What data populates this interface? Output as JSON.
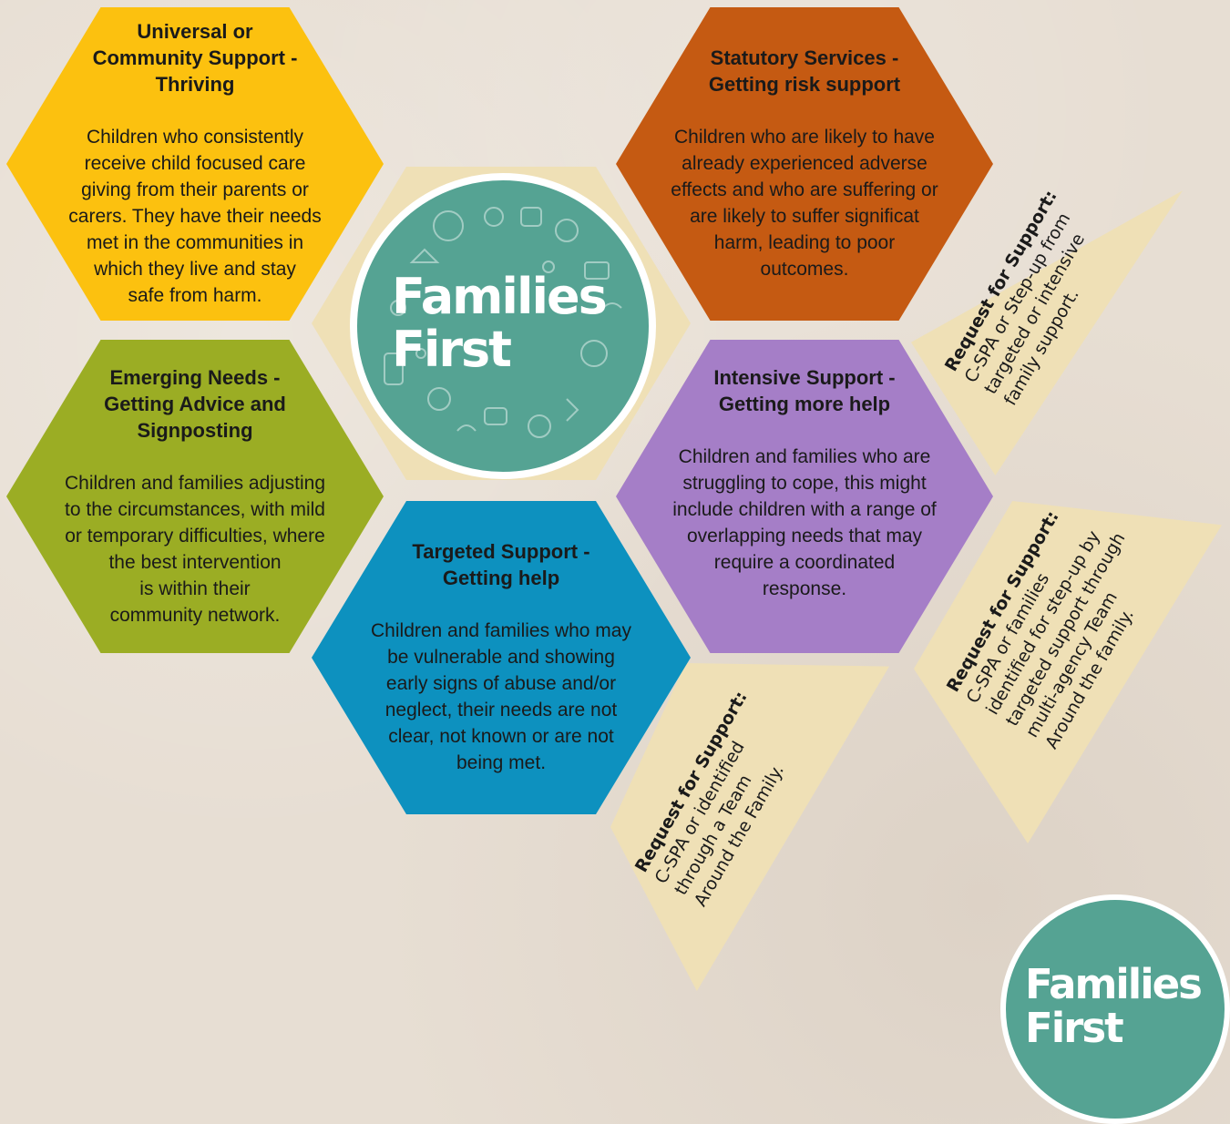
{
  "hexagons": {
    "universal": {
      "title": "Universal or\nCommunity Support -\nThriving",
      "description": "Children who consistently\nreceive child focused care\ngiving from their parents or\ncarers. They have their needs\nmet in the communities in\nwhich they live and stay\nsafe from harm.",
      "color": "#fcc10f"
    },
    "emerging": {
      "title": "Emerging Needs -\nGetting Advice and\nSignposting",
      "description": "Children and families adjusting\nto the circumstances, with mild\nor temporary difficulties, where\nthe best intervention\nis within their\ncommunity network.",
      "color": "#9bad24"
    },
    "statutory": {
      "title": "Statutory Services -\nGetting risk support",
      "description": "Children who are likely to have\nalready experienced adverse\neffects and who are suffering or\nare likely to suffer significat\nharm, leading to poor\noutcomes.",
      "color": "#c55a12"
    },
    "intensive": {
      "title": "Intensive Support -\nGetting more help",
      "description": "Children and families who are\nstruggling to cope, this might\ninclude children with a range of\noverlapping needs that may\nrequire a coordinated\nresponse.",
      "color": "#a57ec7"
    },
    "targeted": {
      "title": "Targeted Support -\nGetting help",
      "description": "Children and families who may\nbe vulnerable and showing\nearly signs of abuse and/or\nneglect, their needs are not\nclear, not known or are not\nbeing met.",
      "color": "#0d91bf"
    }
  },
  "requests": {
    "statutory": {
      "heading": "Request for Support:",
      "lines": [
        "C-SPA or Step-up from",
        "targeted or intensive",
        "family support."
      ]
    },
    "intensive": {
      "heading": "Request for Support:",
      "lines": [
        "C-SPA or families",
        "identified for step-up by",
        "targeted support through",
        "multi-agency Team",
        "Around the family."
      ]
    },
    "targeted": {
      "heading": "Request for Support:",
      "lines": [
        "C-SPA or identified",
        "through a Team",
        "Around the Family."
      ]
    }
  },
  "logo": {
    "line1": "Families",
    "line2": "First",
    "color": "#55a393"
  },
  "colors": {
    "background": "#e7ded3",
    "request_panel": "#efe0b6"
  }
}
